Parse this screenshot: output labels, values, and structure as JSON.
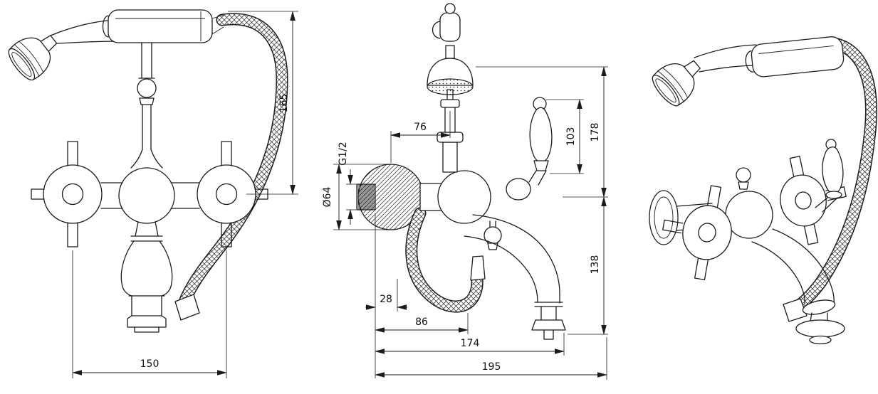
{
  "front_view": {
    "dims": {
      "height": "165",
      "width": "150"
    }
  },
  "side_view": {
    "dims": {
      "wall_to_riser": "76",
      "thread_size": "G1/2",
      "flange_diameter": "Ø64",
      "handle_height": "103",
      "height_above_center": "178",
      "height_below_center": "138",
      "wall_to_hose": "28",
      "hose_low_point": "86",
      "spout_outlet": "174",
      "total_projection": "195"
    }
  }
}
